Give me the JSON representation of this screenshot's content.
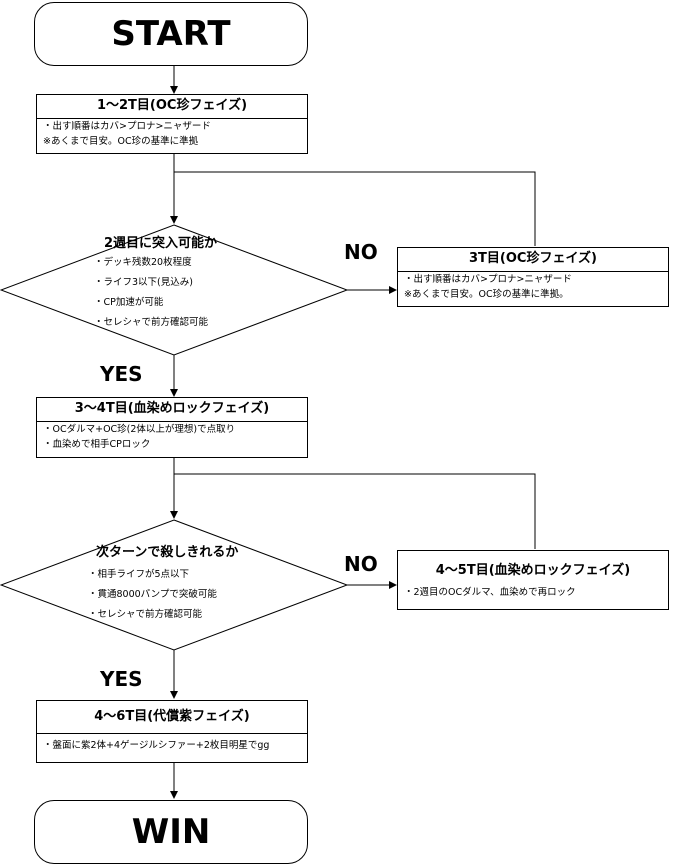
{
  "start": "START",
  "end": "WIN",
  "phase1": {
    "title": "1～2T目(OC珍フェイズ)",
    "lines": [
      "・出す順番はカバ>プロナ>ニャザード",
      "※あくまで目安。OC珍の基準に準拠"
    ]
  },
  "decision1": {
    "title": "2週目に突入可能か",
    "lines": [
      "・デッキ残数20枚程度",
      "・ライフ3以下(見込み)",
      "・CP加速が可能",
      "・セレシャで前方確認可能"
    ],
    "yes": "YES",
    "no": "NO"
  },
  "phase3": {
    "title": "3T目(OC珍フェイズ)",
    "lines": [
      "・出す順番はカバ>プロナ>ニャザード",
      "※あくまで目安。OC珍の基準に準拠。"
    ]
  },
  "phase34": {
    "title": "3～4T目(血染めロックフェイズ)",
    "lines": [
      "・OCダルマ+OC珍(2体以上が理想)で点取り",
      "・血染めで相手CPロック"
    ]
  },
  "decision2": {
    "title": "次ターンで殺しきれるか",
    "lines": [
      "・相手ライフが5点以下",
      "・貫通8000パンプで突破可能",
      "・セレシャで前方確認可能"
    ],
    "yes": "YES",
    "no": "NO"
  },
  "phase45": {
    "title": "4～5T目(血染めロックフェイズ)",
    "lines": [
      "・2週目のOCダルマ、血染めで再ロック"
    ]
  },
  "phase46": {
    "title": "4～6T目(代償紫フェイズ)",
    "lines": [
      "・盤面に紫2体+4ゲージルシファー+2枚目明星でgg"
    ]
  }
}
